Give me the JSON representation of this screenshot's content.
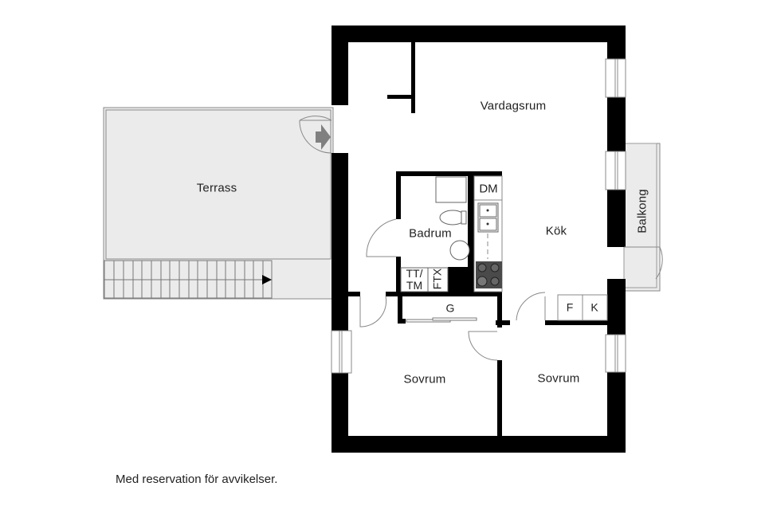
{
  "floorplan": {
    "rooms": [
      {
        "id": "vardagsrum",
        "label": "Vardagsrum"
      },
      {
        "id": "terrass",
        "label": "Terrass"
      },
      {
        "id": "badrum",
        "label": "Badrum"
      },
      {
        "id": "kok",
        "label": "Kök"
      },
      {
        "id": "balkong",
        "label": "Balkong"
      },
      {
        "id": "sovrum1",
        "label": "Sovrum"
      },
      {
        "id": "sovrum2",
        "label": "Sovrum"
      }
    ],
    "fixtures": {
      "dishwasher": "DM",
      "washer_dryer": "TT/\nTM",
      "ftx": "FTX",
      "wardrobe": "G",
      "fridge": "F",
      "freezer": "K"
    },
    "icons": [
      "entrance-arrow-icon",
      "stairs-arrow-icon",
      "sink-icon",
      "stove-icon",
      "toilet-icon",
      "washbasin-icon",
      "shower-icon"
    ]
  },
  "disclaimer": "Med reservation för avvikelser.",
  "colors": {
    "wall": "#000000",
    "outdoor_fill": "#ebebeb",
    "stove": "#4a4a4a",
    "entrance_arrow": "#808080"
  }
}
